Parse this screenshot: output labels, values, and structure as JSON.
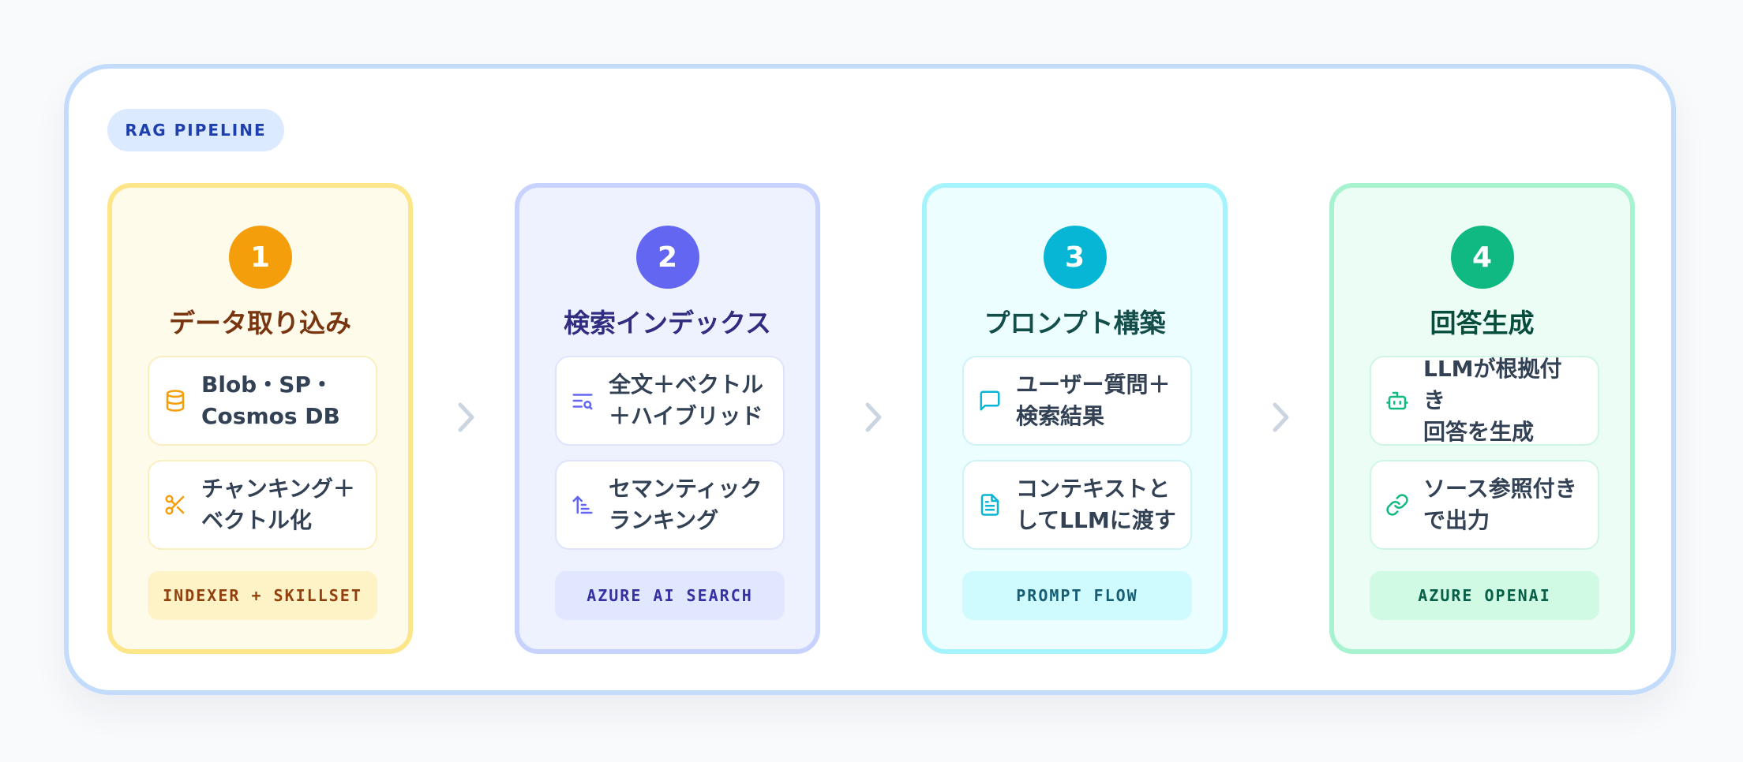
{
  "badge": "RAG PIPELINE",
  "stages": [
    {
      "number": "1",
      "title": "データ取り込み",
      "accent": "#f59e0b",
      "items": [
        {
          "icon": "database-icon",
          "text": "Blob・SP・\nCosmos DB"
        },
        {
          "icon": "scissors-icon",
          "text": "チャンキング＋\nベクトル化"
        }
      ],
      "tech": "INDEXER + SKILLSET"
    },
    {
      "number": "2",
      "title": "検索インデックス",
      "accent": "#6366f1",
      "items": [
        {
          "icon": "text-search-icon",
          "text": "全文＋ベクトル\n＋ハイブリッド"
        },
        {
          "icon": "sort-ranking-icon",
          "text": "セマンティック\nランキング"
        }
      ],
      "tech": "AZURE AI SEARCH"
    },
    {
      "number": "3",
      "title": "プロンプト構築",
      "accent": "#06b6d4",
      "items": [
        {
          "icon": "message-square-icon",
          "text": "ユーザー質問＋\n検索結果"
        },
        {
          "icon": "file-text-icon",
          "text": "コンテキストと\nしてLLMに渡す"
        }
      ],
      "tech": "PROMPT FLOW"
    },
    {
      "number": "4",
      "title": "回答生成",
      "accent": "#10b981",
      "items": [
        {
          "icon": "bot-icon",
          "text": "LLMが根拠付き\n回答を生成"
        },
        {
          "icon": "link-icon",
          "text": "ソース参照付き\nで出力"
        }
      ],
      "tech": "AZURE OPENAI"
    }
  ],
  "connectors": [
    "chevron-right-icon",
    "chevron-right-icon",
    "chevron-right-icon"
  ]
}
